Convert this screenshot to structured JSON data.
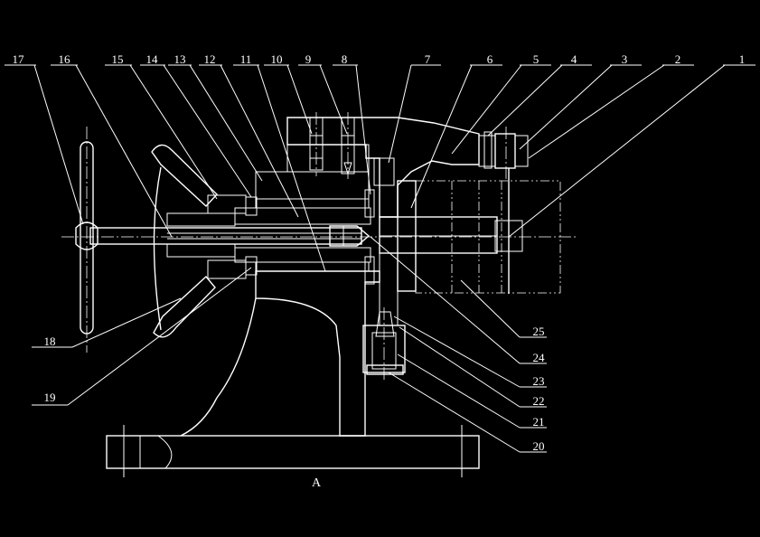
{
  "drawing": {
    "part_numbers": [
      "1",
      "2",
      "3",
      "4",
      "5",
      "6",
      "7",
      "8",
      "9",
      "10",
      "11",
      "12",
      "13",
      "14",
      "15",
      "16",
      "17",
      "18",
      "19",
      "20",
      "21",
      "22",
      "23",
      "24",
      "25"
    ],
    "view_label": "A"
  }
}
